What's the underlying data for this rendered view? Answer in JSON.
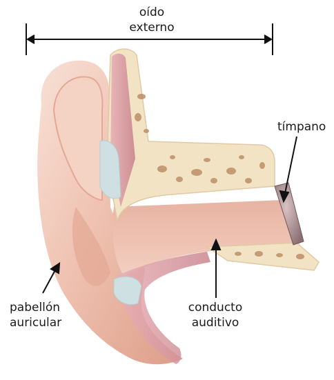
{
  "title": {
    "line1": "oído",
    "line2": "externo"
  },
  "labels": {
    "timpano": "tímpano",
    "pabellon_line1": "pabellón",
    "pabellon_line2": "auricular",
    "conducto_line1": "conducto",
    "conducto_line2": "auditivo"
  },
  "colors": {
    "skin_light": "#f6d9cc",
    "skin_mid": "#eab9a6",
    "skin_dark": "#d99580",
    "bone": "#f2e3c4",
    "bone_spot": "#b98a62",
    "cartilage": "#cfe0e2",
    "muscle": "#d79aa3",
    "eardrum": "#a98e8e",
    "line": "#111111"
  }
}
